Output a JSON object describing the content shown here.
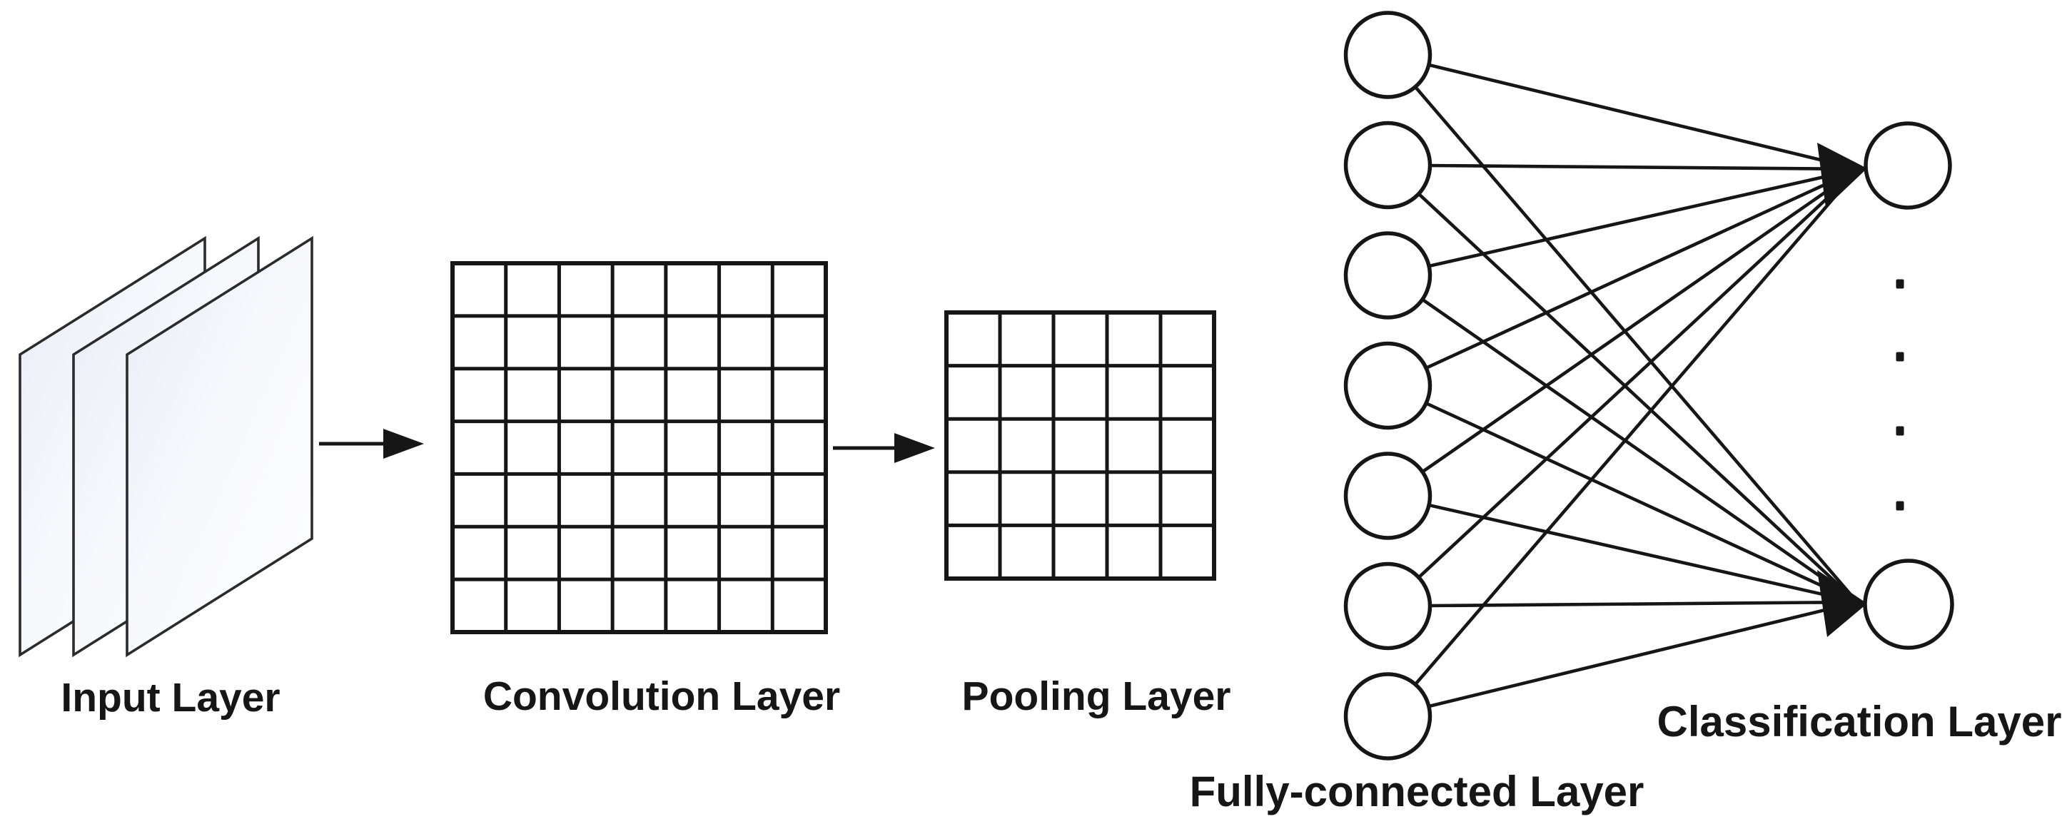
{
  "labels": {
    "input": "Input Layer",
    "convolution": "Convolution Layer",
    "pooling": "Pooling Layer",
    "fully_connected": "Fully-connected Layer",
    "classification": "Classification Layer"
  },
  "structure": {
    "input_sheets": 3,
    "conv_grid": {
      "rows": 7,
      "cols": 7
    },
    "pool_grid": {
      "rows": 5,
      "cols": 5
    },
    "flow_arrows": 2,
    "fully_connected": {
      "input_nodes": 7,
      "output_nodes": 2,
      "ellipsis_dots": 4
    }
  },
  "colors": {
    "background": "#ffffff",
    "line": "#161616",
    "node_fill": "#ffffff",
    "sheet_tint": "#e8ecf7",
    "sheet_fill": "#ffffff"
  }
}
